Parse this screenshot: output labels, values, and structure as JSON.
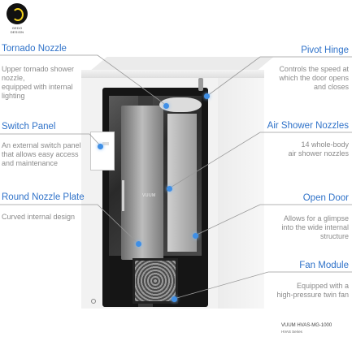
{
  "logo": {
    "text": "GEDO DESIGN"
  },
  "labels": {
    "tornado_nozzle": {
      "title": "Tornado Nozzle",
      "desc": [
        "Upper tornado shower",
        "nozzle,",
        "equipped with internal",
        "lighting"
      ]
    },
    "switch_panel": {
      "title": "Switch Panel",
      "desc": [
        "An external switch panel",
        "that allows easy access",
        "and maintenance"
      ]
    },
    "round_nozzle_plate": {
      "title": "Round Nozzle Plate",
      "desc": [
        "Curved internal design"
      ]
    },
    "pivot_hinge": {
      "title": "Pivot Hinge",
      "desc": [
        "Controls the speed at",
        "which the door opens",
        "and closes"
      ]
    },
    "air_shower_nozzles": {
      "title": "Air Shower Nozzles",
      "desc": [
        "14 whole-body",
        "air shower nozzles"
      ]
    },
    "open_door": {
      "title": "Open Door",
      "desc": [
        "Allows for a glimpse",
        "into the wide internal",
        "structure"
      ]
    },
    "fan_module": {
      "title": "Fan Module",
      "desc": [
        "Equipped with a",
        "high-pressure twin fan"
      ]
    }
  },
  "product": {
    "plate_brand": "VUUM",
    "model_line1": "VUUM HVAS-MG-1000",
    "model_line2": "HVAS Series"
  },
  "colors": {
    "accent": "#2f72c9",
    "dot": "#3f8fe6",
    "desc_text": "#8a8a8a"
  }
}
